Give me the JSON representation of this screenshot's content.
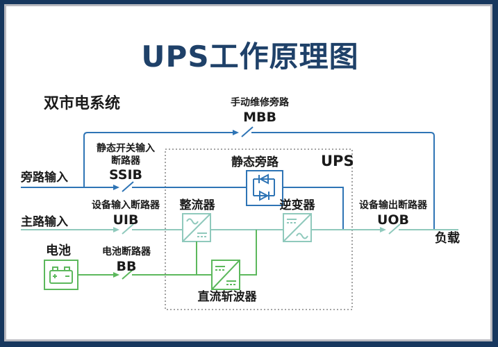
{
  "title": "UPS工作原理图",
  "subtitle": "双市电系统",
  "colors": {
    "frame_navy": "#17375E",
    "frame_silver": "#B9B9BF",
    "title_blue": "#1F4169",
    "bypass_blue": "#2E74B5",
    "main_teal": "#8FC9BC",
    "battery_green": "#5CB85C",
    "label_black": "#1A1A1A",
    "ups_boundary_gray": "#6E6E6E"
  },
  "labels": {
    "manual_bypass": {
      "caption": "手动维修旁路",
      "code": "MBB"
    },
    "static_switch_breaker": {
      "caption_line1": "静态开关输入",
      "caption_line2": "断路器",
      "code": "SSIB"
    },
    "bypass_input": "旁路输入",
    "main_input": "主路输入",
    "input_breaker": {
      "caption": "设备输入断路器",
      "code": "UIB"
    },
    "output_breaker": {
      "caption": "设备输出断路器",
      "code": "UOB"
    },
    "battery": "电池",
    "battery_breaker": {
      "caption": "电池断路器",
      "code": "BB"
    },
    "static_bypass": "静态旁路",
    "ups_unit": "UPS",
    "rectifier": "整流器",
    "inverter": "逆变器",
    "dc_chopper": "直流斩波器",
    "load": "负载"
  }
}
